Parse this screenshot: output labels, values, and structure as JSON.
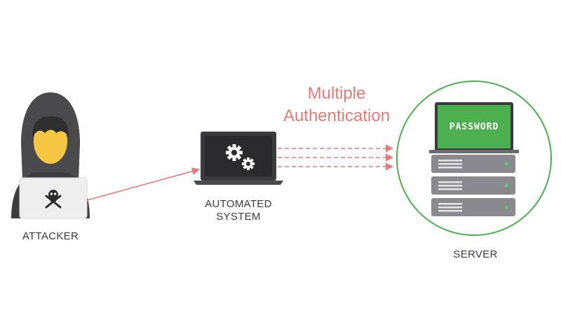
{
  "diagram": {
    "headline": [
      "Multiple",
      "Authentication"
    ],
    "attacker": {
      "label": "ATTACKER",
      "icon": "skull-crossbones-icon"
    },
    "automated_system": {
      "label": [
        "AUTOMATED",
        "SYSTEM"
      ],
      "icon": "gears-icon"
    },
    "server": {
      "label": "SERVER",
      "screen_text": "PASSWORD",
      "rack_units": 3
    },
    "colors": {
      "accent_red": "#e57a7a",
      "server_ring": "#4caf50",
      "password_screen": "#4caf50",
      "laptop_dark": "#3b3b3d",
      "hood": "#4a4a4c",
      "face": "#f7c744",
      "rack": "#8a8a8e",
      "status_led": "#55d16a"
    }
  }
}
